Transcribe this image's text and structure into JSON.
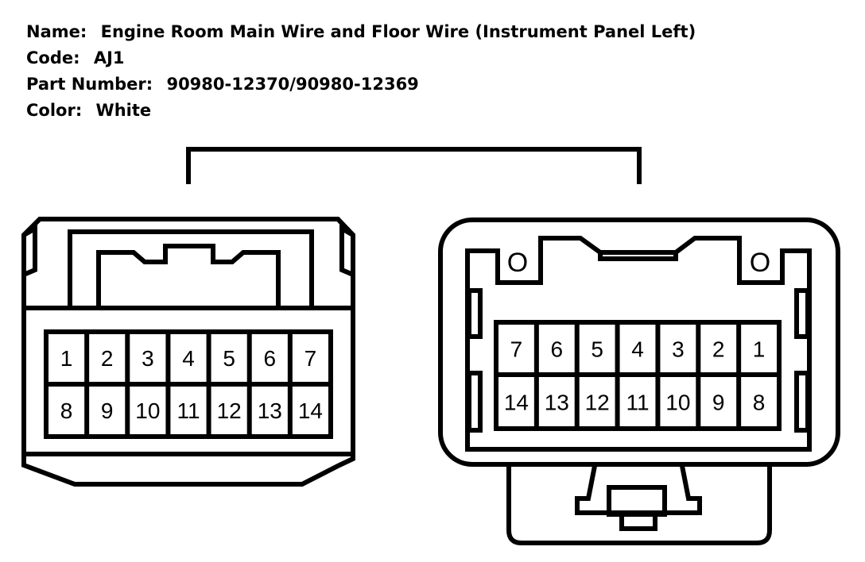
{
  "header": {
    "name_label": "Name:",
    "name_value": "Engine Room Main Wire and Floor Wire (Instrument Panel Left)",
    "code_label": "Code:",
    "code_value": "AJ1",
    "part_label": "Part Number:",
    "part_value": "90980-12370/90980-12369",
    "color_label": "Color:",
    "color_value": "White"
  },
  "left_connector": {
    "top_row": [
      "1",
      "2",
      "3",
      "4",
      "5",
      "6",
      "7"
    ],
    "bottom_row": [
      "8",
      "9",
      "10",
      "11",
      "12",
      "13",
      "14"
    ]
  },
  "right_connector": {
    "top_row": [
      "7",
      "6",
      "5",
      "4",
      "3",
      "2",
      "1"
    ],
    "bottom_row": [
      "14",
      "13",
      "12",
      "11",
      "10",
      "9",
      "8"
    ],
    "marks": [
      "O",
      "O"
    ]
  }
}
